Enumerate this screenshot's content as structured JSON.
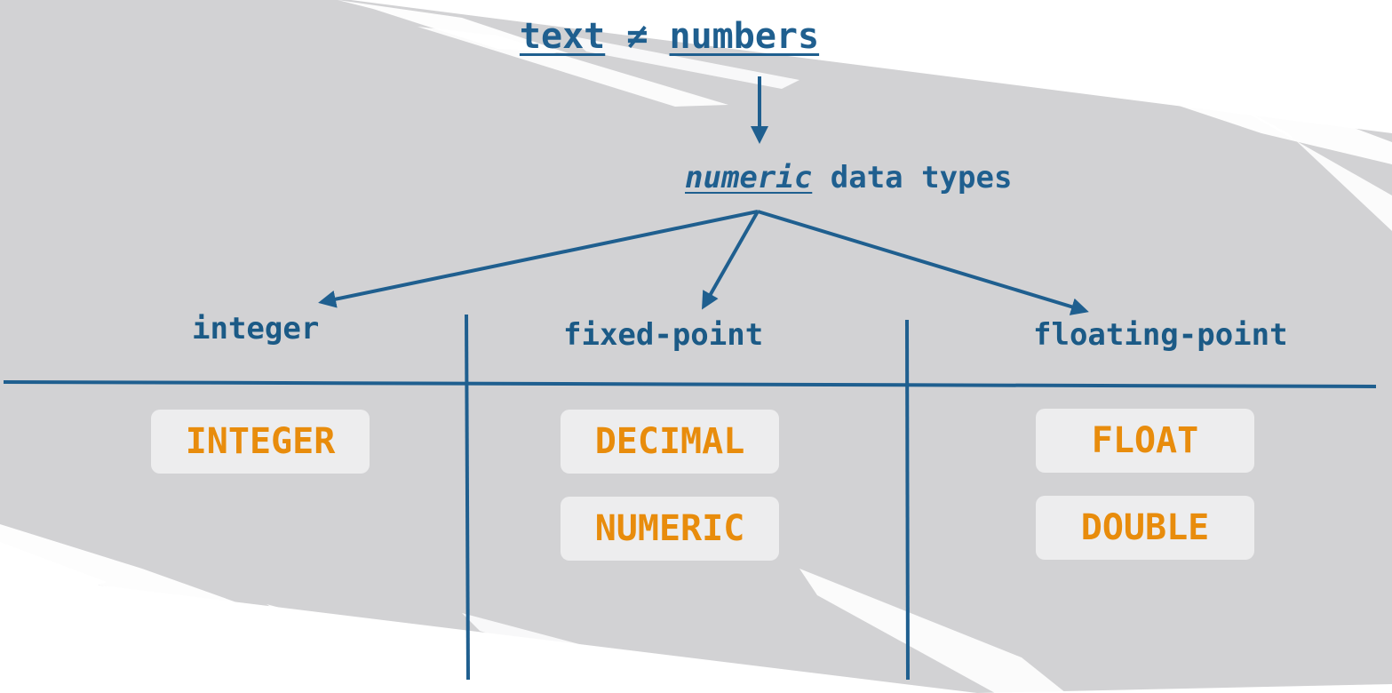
{
  "header": {
    "left_term": "text",
    "operator": "≠",
    "right_term": "numbers"
  },
  "subheading": {
    "emphasis": "numeric",
    "rest": " data types"
  },
  "categories": [
    {
      "label": "integer",
      "types": [
        "INTEGER"
      ]
    },
    {
      "label": "fixed-point",
      "types": [
        "DECIMAL",
        "NUMERIC"
      ]
    },
    {
      "label": "floating-point",
      "types": [
        "FLOAT",
        "DOUBLE"
      ]
    }
  ],
  "colors": {
    "line": "#1f5f8f",
    "type_text": "#e88c0c",
    "background_band": "#d2d2d4",
    "box_fill": "#ededee"
  }
}
